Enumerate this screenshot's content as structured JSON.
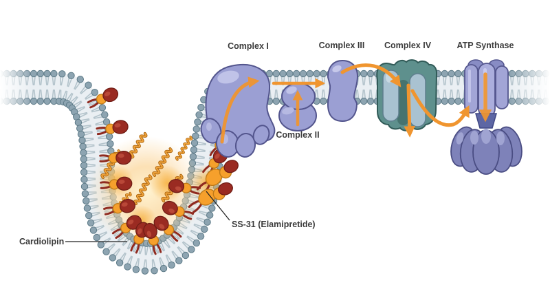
{
  "labels": {
    "complex1": "Complex I",
    "complex2": "Complex II",
    "complex3": "Complex III",
    "complex4": "Complex IV",
    "atp_synthase": "ATP Synthase",
    "ss31": "SS-31 (Elamipretide)",
    "cardiolipin": "Cardiolipin"
  },
  "colors": {
    "background": "#ffffff",
    "arrow": "#f0952f",
    "membrane_head": "#8da4b1",
    "membrane_head_stroke": "#5d7a87",
    "membrane_tail": "#b3c3cb",
    "membrane_band": "#eaeff3",
    "complex_purple": "#9b9fd3",
    "complex_purple_stroke": "#53558d",
    "complex_highlight": "#c0c3e8",
    "complex4_teal": "#5e908d",
    "complex4_teal_stroke": "#305a57",
    "complex4_inner": "#a9c2d1",
    "atp_cylinder": "#a2a5d6",
    "atp_head": "#7e82b9",
    "atp_head_stroke": "#4a4d83",
    "cardiolipin_red": "#9a2b22",
    "cardiolipin_red_stroke": "#701d15",
    "cardiolipin_orange": "#f6a02c",
    "cardiolipin_orange_stroke": "#bf7a18",
    "helix_orange_dark": "#b06a14",
    "helix_orange": "#f0a43c",
    "glow": "#fbd9a2",
    "label_text": "#3b3b3b",
    "pointer_line": "#222222"
  }
}
